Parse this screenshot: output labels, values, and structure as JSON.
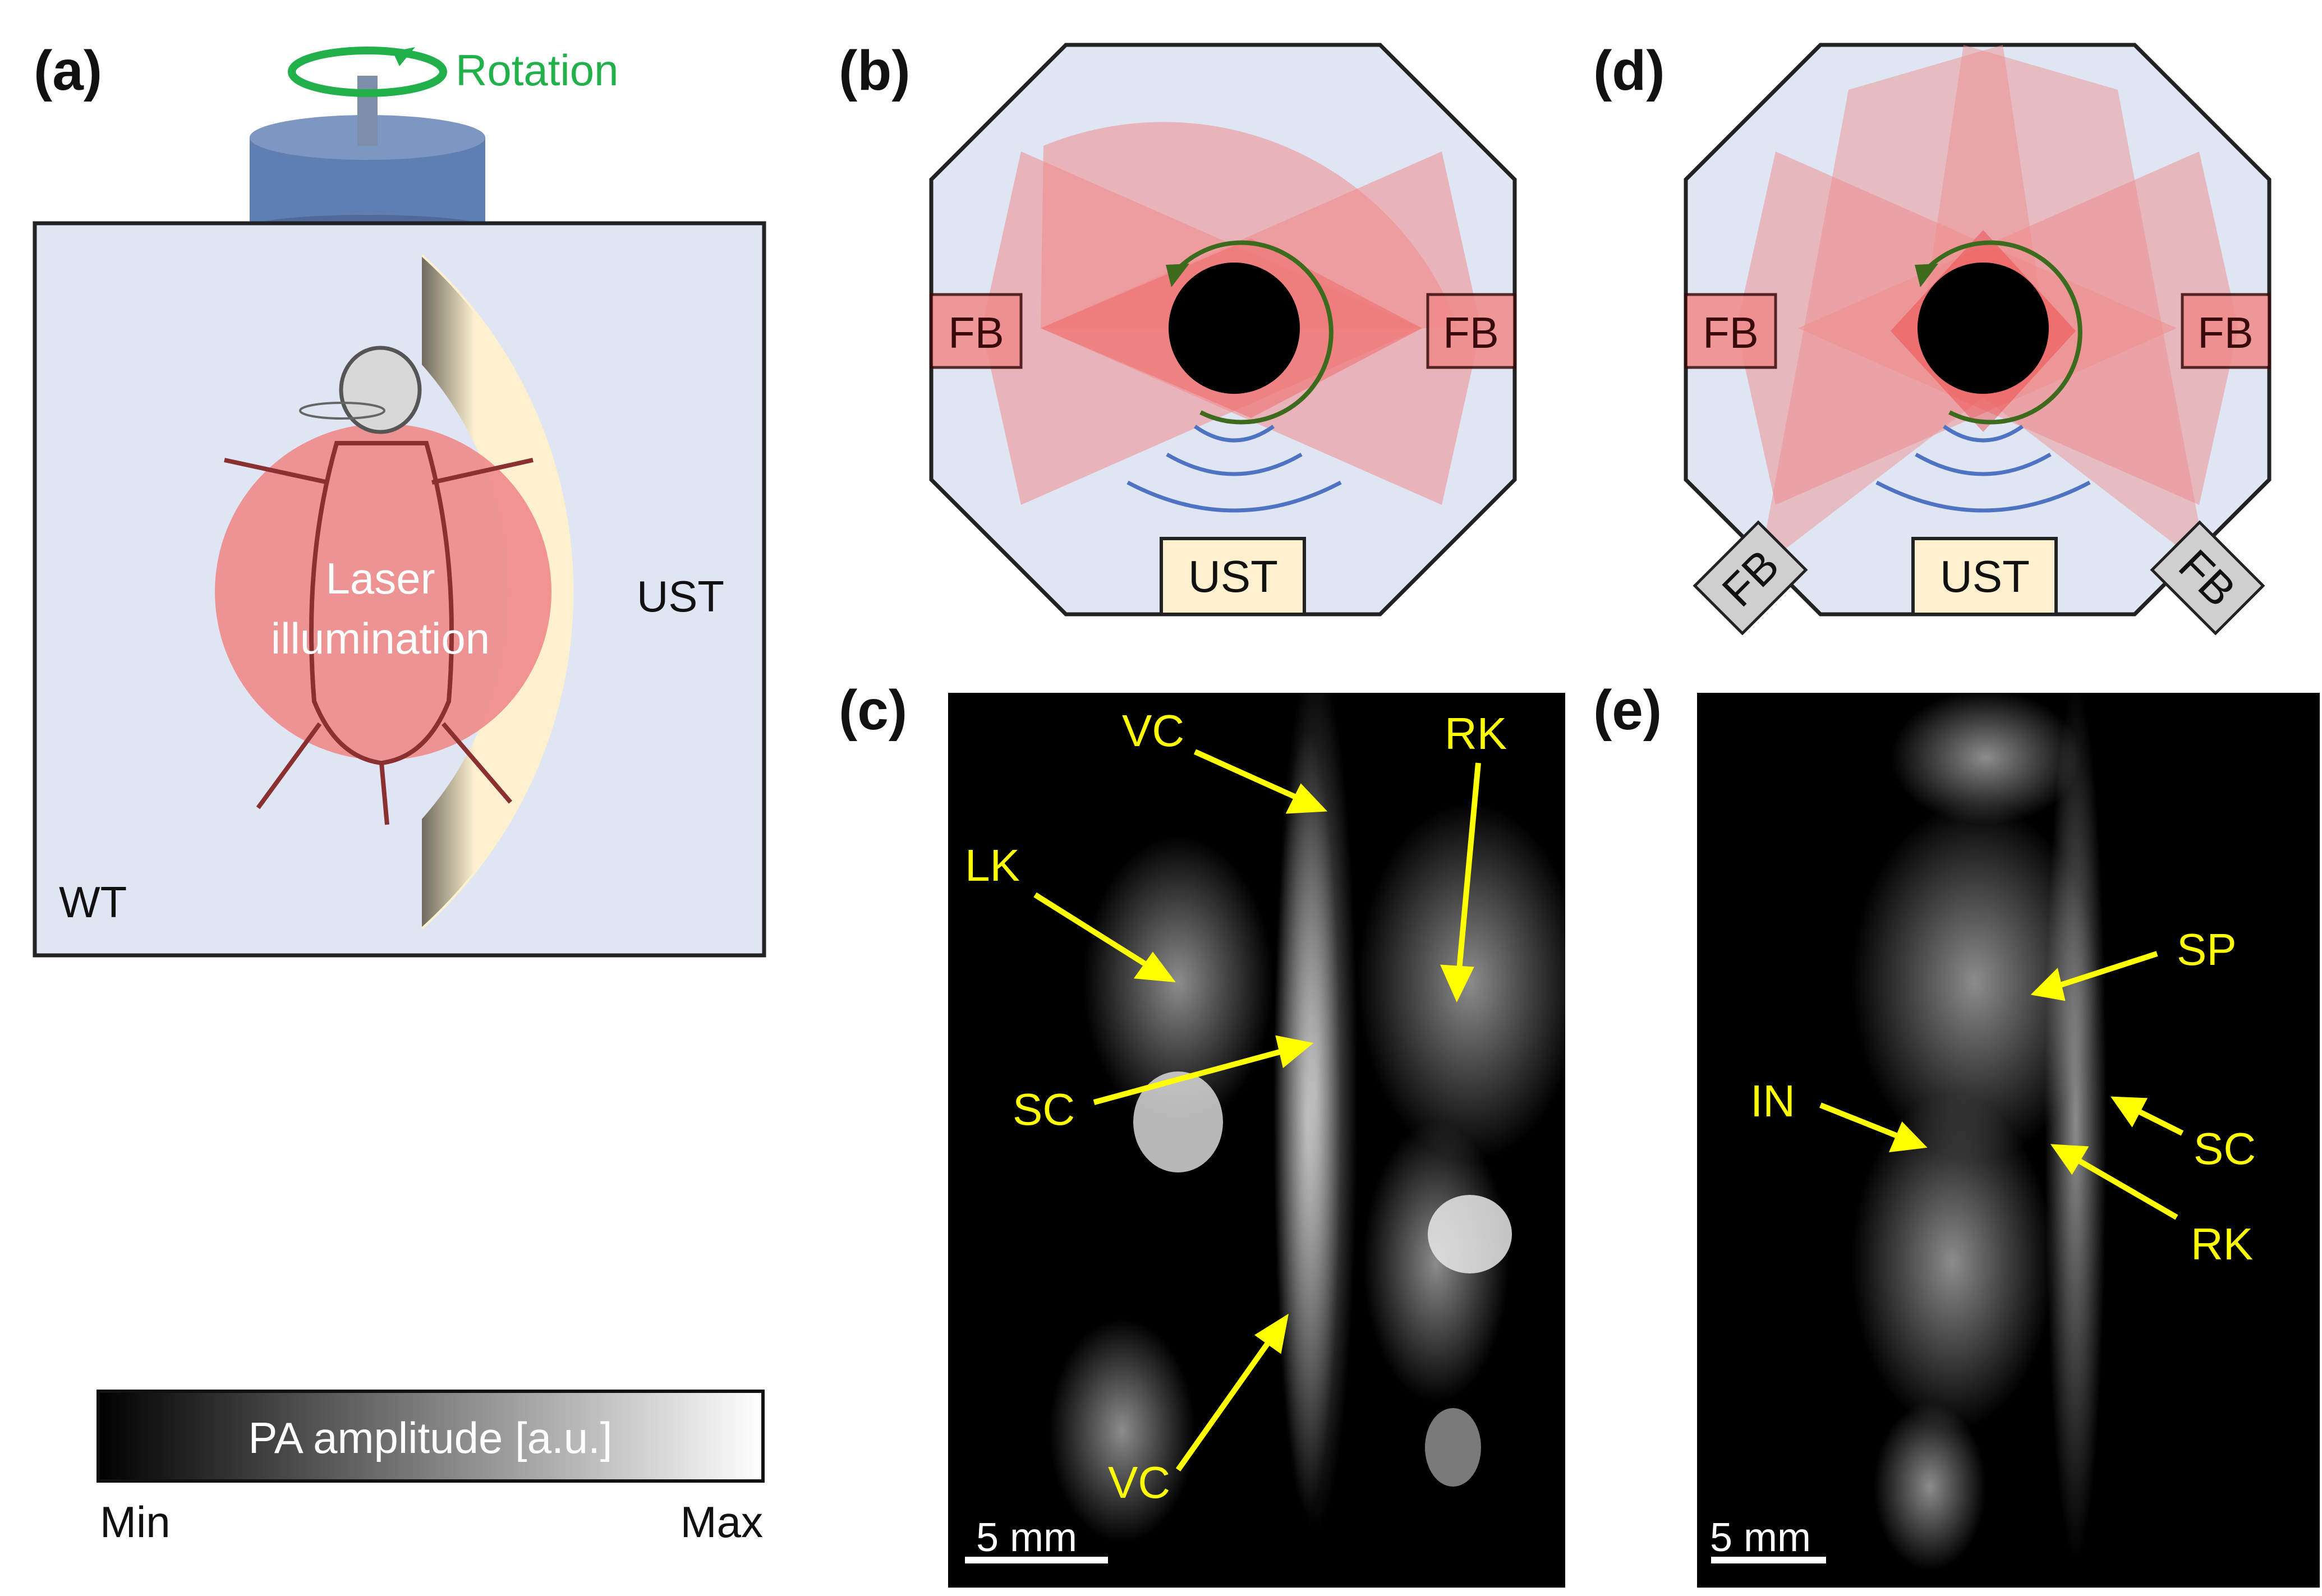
{
  "panels": {
    "a": {
      "label": "(a)",
      "rotation": "Rotation",
      "laser": [
        "Laser",
        "illumination"
      ],
      "ust": "UST",
      "wt": "WT"
    },
    "b": {
      "label": "(b)",
      "fb_left": "FB",
      "fb_right": "FB",
      "ust": "UST"
    },
    "c": {
      "label": "(c)",
      "annotations": [
        "VC",
        "RK",
        "LK",
        "SC",
        "VC"
      ],
      "scalebar": "5 mm"
    },
    "d": {
      "label": "(d)",
      "fb_left": "FB",
      "fb_right": "FB",
      "fb_bottom_left": "FB",
      "fb_bottom_right": "FB",
      "ust": "UST"
    },
    "e": {
      "label": "(e)",
      "annotations": [
        "SP",
        "IN",
        "SC",
        "RK"
      ],
      "scalebar": "5 mm"
    }
  },
  "colorbar": {
    "title": "PA amplitude [a.u.]",
    "min_label": "Min",
    "max_label": "Max"
  },
  "colors": {
    "water_tank": "#dfe5f3",
    "laser": "#f08a8a",
    "transducer": "#fdf0cf",
    "motor": "#5f7fb3",
    "rotation_arrow": "#22b04a",
    "annotation": "#ffff00"
  }
}
